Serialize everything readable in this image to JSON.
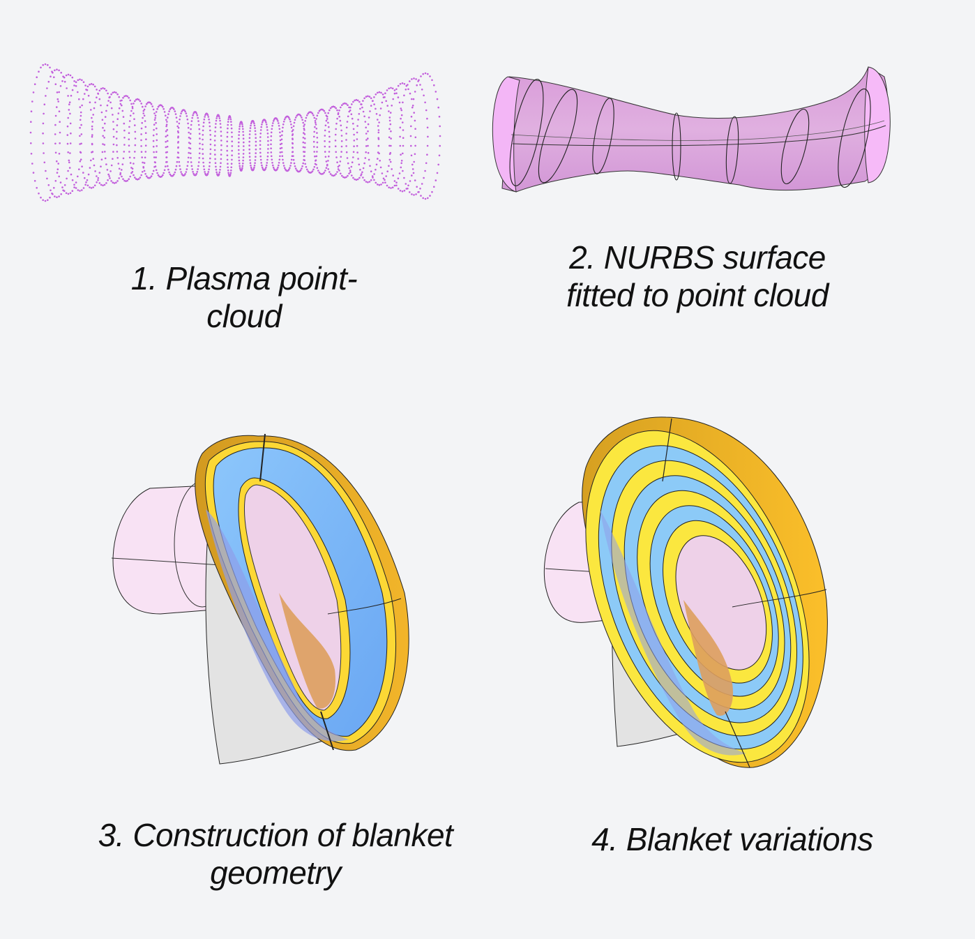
{
  "figure": {
    "panels": [
      {
        "id": 1,
        "illustration": "plasma-point-cloud",
        "caption_lines": [
          "1. Plasma point-",
          "cloud"
        ],
        "colors": {
          "points": "#c25fdc"
        }
      },
      {
        "id": 2,
        "illustration": "nurbs-surface",
        "caption_lines": [
          "2. NURBS surface",
          "fitted to point cloud"
        ],
        "colors": {
          "surface": "#dda0e0",
          "end-cap": "#f5b8f8",
          "outline": "#222222"
        }
      },
      {
        "id": 3,
        "illustration": "blanket-construction",
        "caption_lines": [
          "3. Construction of blanket",
          "geometry"
        ],
        "colors": {
          "outer-shell": "#e7a928",
          "yellow-layer": "#fcd835",
          "blue-layer": "#7fb7f5",
          "plasma-ghost": "#f1d7ef",
          "inner-orange": "#dd9f5e"
        }
      },
      {
        "id": 4,
        "illustration": "blanket-variations",
        "caption_lines": [
          "4. Blanket variations"
        ],
        "colors": {
          "outer-shell": "#e7a928",
          "yellow-layer": "#fbe73f",
          "blue-layer": "#8ccaf7",
          "plasma-ghost": "#f1d7ef",
          "inner-orange": "#dd9f5e"
        }
      }
    ]
  }
}
